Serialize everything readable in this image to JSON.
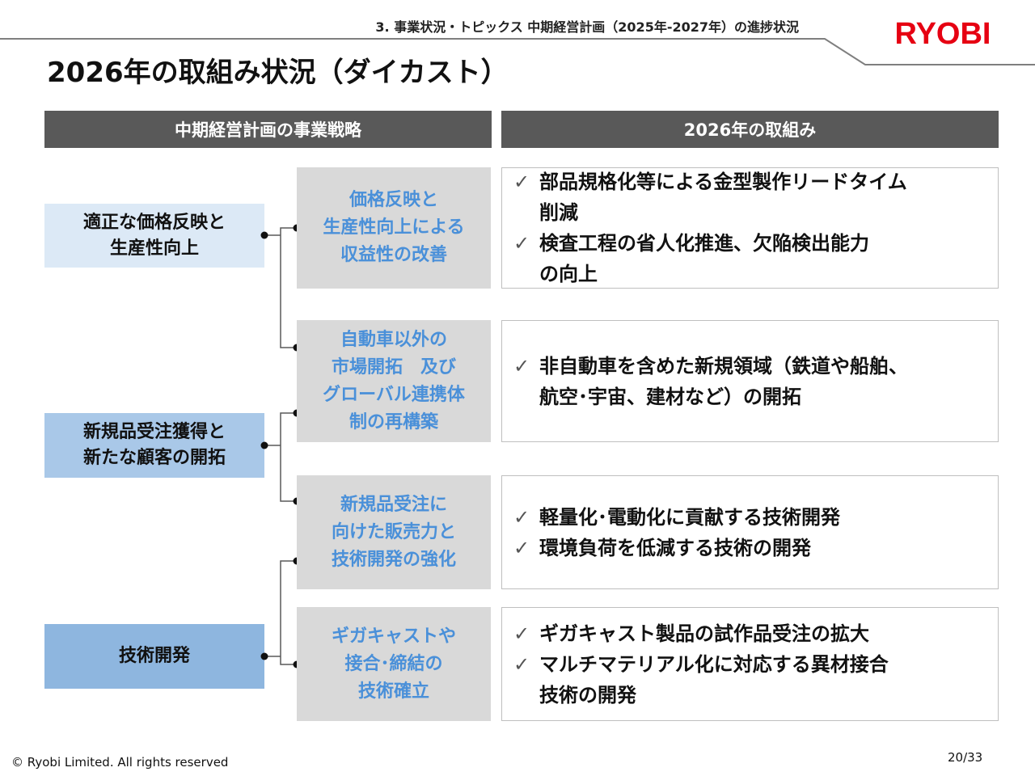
{
  "header": {
    "breadcrumb": "3. 事業状況・トピックス 中期経営計画（2025年-2027年）の進捗状況",
    "logo_text": "RYOBI",
    "brand_color": "#e60012"
  },
  "page_title": "2026年の取組み状況（ダイカスト）",
  "columns": {
    "left": "中期経営計画の事業戦略",
    "right": "2026年の取組み"
  },
  "strategies": [
    {
      "label": "適正な価格反映と\n生産性向上"
    },
    {
      "label": "新規品受注獲得と\n新たな顧客の開拓"
    },
    {
      "label": "技術開発"
    }
  ],
  "sub_strategies": [
    {
      "label": "価格反映と\n生産性向上による\n収益性の改善"
    },
    {
      "label": "自動車以外の\n市場開拓　及び\nグローバル連携体\n制の再構築"
    },
    {
      "label": "新規品受注に\n向けた販売力と\n技術開発の強化"
    },
    {
      "label": "ギガキャストや\n接合･締結の\n技術確立"
    }
  ],
  "actions": [
    {
      "bullets": [
        "部品規格化等による金型製作リードタイム\n削減",
        "検査工程の省人化推進、欠陥検出能力\nの向上"
      ]
    },
    {
      "bullets": [
        "非自動車を含めた新規領域（鉄道や船舶、\n航空･宇宙、建材など）の開拓"
      ]
    },
    {
      "bullets": [
        "軽量化･電動化に貢献する技術開発",
        "環境負荷を低減する技術の開発"
      ]
    },
    {
      "bullets": [
        "ギガキャスト製品の試作品受注の拡大",
        "マルチマテリアル化に対応する異材接合\n技術の開発"
      ]
    }
  ],
  "check_icon": "✓",
  "footer": {
    "copyright": "© Ryobi Limited. All rights reserved",
    "page": "20/33"
  }
}
